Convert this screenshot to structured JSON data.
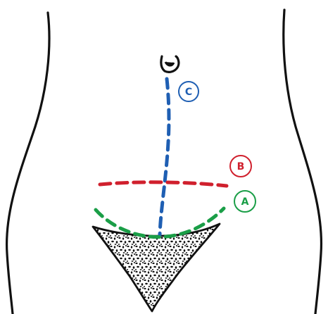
{
  "incisions": [
    {
      "id": "A",
      "label": "A",
      "color": "#1a9e47"
    },
    {
      "id": "B",
      "label": "B",
      "color": "#d0202d"
    },
    {
      "id": "C",
      "label": "C",
      "color": "#1f5fb3"
    }
  ],
  "colors": {
    "outline": "#111111",
    "background": "#ffffff"
  }
}
